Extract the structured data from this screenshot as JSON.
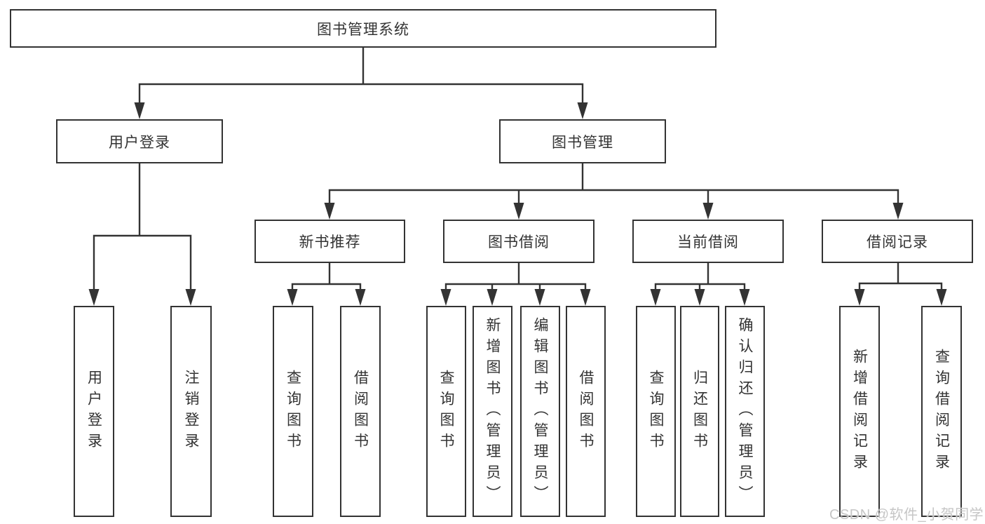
{
  "diagram": {
    "root": {
      "label": "图书管理系统"
    },
    "user_login": {
      "label": "用户登录",
      "children": [
        {
          "label": "用户登录"
        },
        {
          "label": "注销登录"
        }
      ]
    },
    "book_management": {
      "label": "图书管理",
      "sections": [
        {
          "label": "新书推荐",
          "children": [
            {
              "label": "查询图书"
            },
            {
              "label": "借阅图书"
            }
          ]
        },
        {
          "label": "图书借阅",
          "children": [
            {
              "label": "查询图书"
            },
            {
              "label": "新增图书（管理员）"
            },
            {
              "label": "编辑图书（管理员）"
            },
            {
              "label": "借阅图书"
            }
          ]
        },
        {
          "label": "当前借阅",
          "children": [
            {
              "label": "查询图书"
            },
            {
              "label": "归还图书"
            },
            {
              "label": "确认归还（管理员）"
            }
          ]
        },
        {
          "label": "借阅记录",
          "children": [
            {
              "label": "新增借阅记录"
            },
            {
              "label": "查询借阅记录"
            }
          ]
        }
      ]
    },
    "style": {
      "line_color": "#333333",
      "box_background": "#ffffff",
      "text_color": "#333333"
    },
    "watermark": {
      "text": "CSDN @软件_小贺同学",
      "color": "#c6c6c6"
    }
  }
}
